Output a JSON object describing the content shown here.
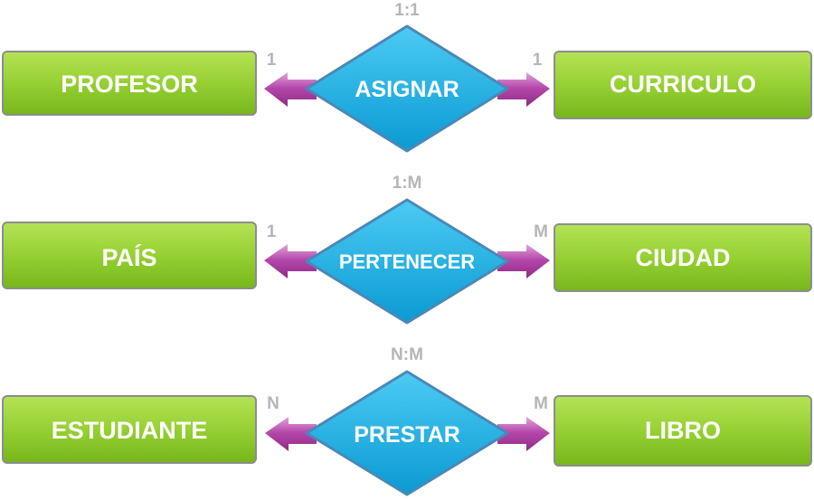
{
  "relationships": [
    {
      "type": "1:1",
      "name": "ASIGNAR",
      "left_entity": "PROFESOR",
      "right_entity": "CURRICULO",
      "left_card": "1",
      "right_card": "1"
    },
    {
      "type": "1:M",
      "name": "PERTENECER",
      "left_entity": "PAÍS",
      "right_entity": "CIUDAD",
      "left_card": "1",
      "right_card": "M"
    },
    {
      "type": "N:M",
      "name": "PRESTAR",
      "left_entity": "ESTUDIANTE",
      "right_entity": "LIBRO",
      "left_card": "N",
      "right_card": "M"
    }
  ],
  "colors": {
    "entity_fill_top": "#a9dd4a",
    "entity_fill_bottom": "#7fbf1e",
    "entity_border": "#8d8d8d",
    "relation_fill_top": "#3cc4f2",
    "relation_fill_bottom": "#0c9fd6",
    "relation_border": "#4a88b8",
    "arrow_fill": "#a3399a",
    "arrow_highlight": "#e0a3d8",
    "cardinality_text": "#b5b5b5"
  }
}
